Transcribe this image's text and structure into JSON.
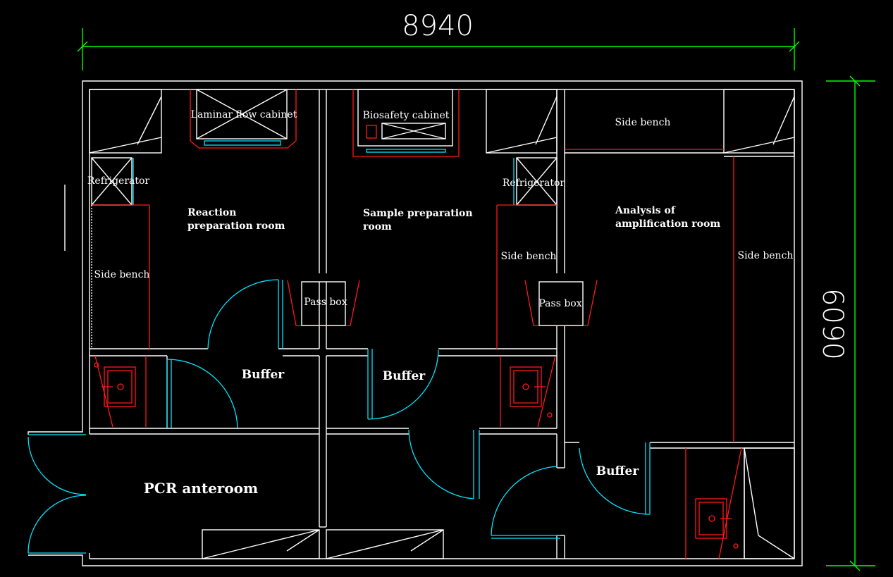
{
  "dimensions": {
    "width": "8940",
    "height": "6090"
  },
  "rooms": {
    "reaction_prep": [
      "Reaction",
      "preparation room"
    ],
    "sample_prep": [
      "Sample preparation",
      "room"
    ],
    "analysis": [
      "Analysis of",
      "amplification room"
    ],
    "anteroom": "PCR anteroom"
  },
  "equipment": {
    "laminar": "Laminar flow cabinet",
    "biosafety": "Biosafety cabinet",
    "refrigerator_1": "Refrigerator",
    "refrigerator_2": "Refrigerator",
    "side_bench_1": "Side bench",
    "side_bench_2": "Side bench",
    "side_bench_3": "Side bench",
    "side_bench_4": "Side bench",
    "pass_box_1": "Pass box",
    "pass_box_2": "Pass box"
  },
  "buffers": [
    "Buffer",
    "Buffer",
    "Buffer"
  ],
  "colors": {
    "background": "#000000",
    "walls": "#ffffff",
    "fixtures": "#ff1a1a",
    "doors": "#00e5ff",
    "dimension_lines": "#00ff00"
  }
}
